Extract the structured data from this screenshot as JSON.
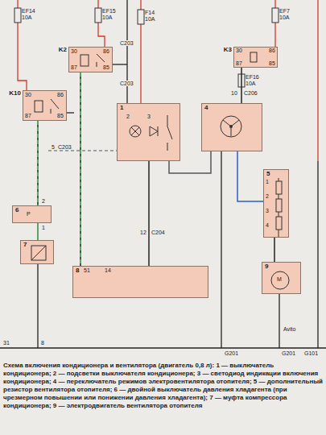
{
  "diagram": {
    "caption": "Схема включения кондиционера и вентилятора (двигатель 0,8 л): 1 — выключатель кондиционера; 2 — подсветки выключателя кондиционера; 3 — светодиод индикации включения кондиционера; 4 — переключатель режимов электровентилятора отопителя; 5 — дополнительный резистор вентилятора отопителя; 6 — двойной выключатель давления хладагента (при чрезмерном повышении или понижении давления хладагента); 7 — муфта компрессора кондиционера; 9 — электродвигатель вентилятора отопителя",
    "nodes": [
      {
        "text": [
          "K10"
        ]
      },
      {
        "text": [
          "K2"
        ]
      },
      {
        "text": [
          "K3"
        ]
      },
      {
        "text": [
          "1"
        ]
      },
      {
        "text": [
          "4"
        ]
      },
      {
        "text": [
          "6"
        ]
      },
      {
        "text": [
          "7"
        ]
      },
      {
        "text": [
          "5"
        ]
      },
      {
        "text": [
          "8"
        ]
      },
      {
        "text": [
          "9"
        ]
      }
    ],
    "edges": [
      {
        "from": 0,
        "to": 5,
        "arrow": "none"
      },
      {
        "from": 5,
        "to": 6,
        "arrow": "none"
      },
      {
        "from": 1,
        "to": 8,
        "arrow": "none"
      },
      {
        "from": 3,
        "to": 8,
        "arrow": "none"
      },
      {
        "from": 3,
        "to": 4,
        "arrow": "none"
      },
      {
        "from": 2,
        "to": 4,
        "arrow": "none"
      },
      {
        "from": 4,
        "to": 7,
        "arrow": "none"
      },
      {
        "from": 7,
        "to": 9,
        "arrow": "none"
      }
    ],
    "labels": [
      "EF14",
      "10A",
      "EF15",
      "10A",
      "F14",
      "10A",
      "EF7",
      "10A",
      "EF16",
      "10A",
      "30",
      "86",
      "87",
      "85",
      "30",
      "86",
      "87",
      "85",
      "30",
      "86",
      "87",
      "85",
      "C203",
      "C203",
      "5",
      "C203",
      "10",
      "C206",
      "12",
      "C204",
      "2",
      "1",
      "P",
      "51",
      "14",
      "2",
      "3",
      "1",
      "2",
      "3",
      "4",
      "M",
      "31",
      "8",
      "G201",
      "G201",
      "G101",
      "Avito"
    ]
  }
}
